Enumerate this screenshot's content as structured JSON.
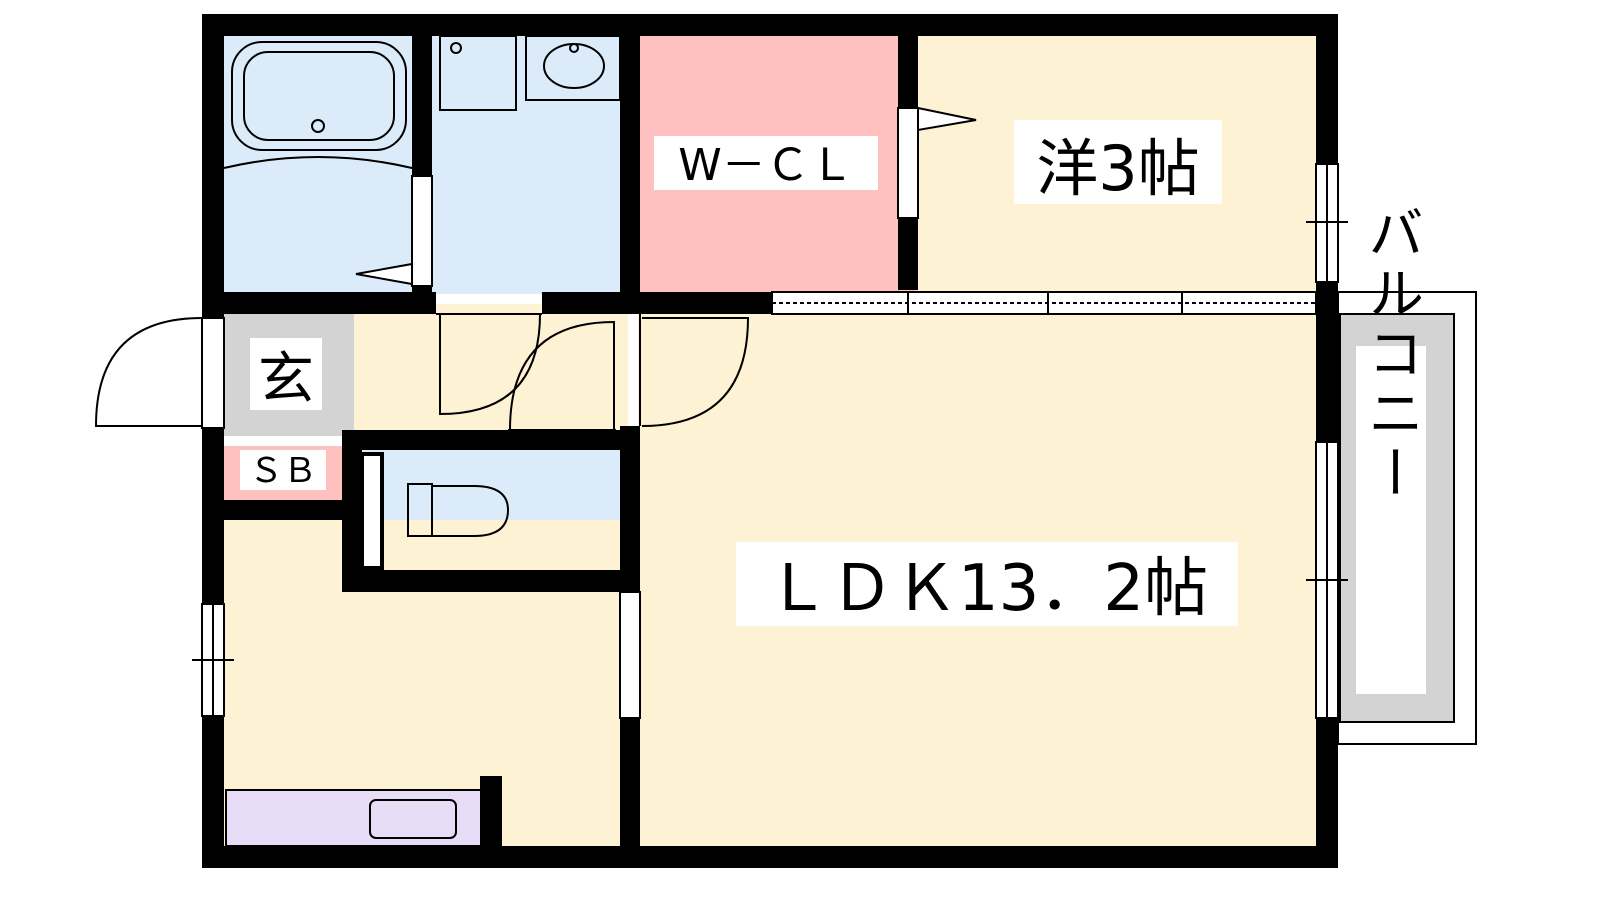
{
  "rooms": {
    "western_room": "洋3帖",
    "walk_in_closet": "W－ＣＬ",
    "entrance": "玄",
    "shoe_box": "ＳＢ",
    "ldk": "ＬＤＫ13．2帖",
    "balcony": "バルコニー"
  },
  "colors": {
    "wet_area": "#dcebfa",
    "closet": "#ffc0c0",
    "living": "#fdf2d3",
    "entrance": "#d3d3d3",
    "kitchen": "#e8ddf6",
    "wall": "#000000"
  }
}
